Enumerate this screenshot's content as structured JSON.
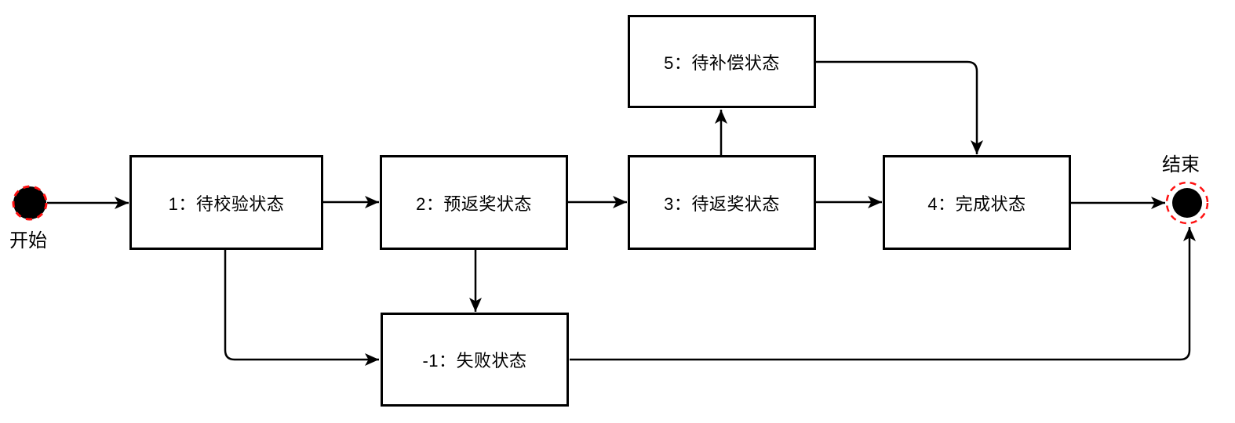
{
  "diagram": {
    "type": "state-flowchart",
    "colors": {
      "line": "#000000",
      "box_border": "#000000",
      "node_fill": "#000000",
      "accent_red": "#ff1111",
      "background": "#ffffff"
    },
    "start": {
      "label": "开始"
    },
    "end": {
      "label": "结束"
    },
    "states": [
      {
        "id": "1",
        "label": "1：待校验状态"
      },
      {
        "id": "2",
        "label": "2：预返奖状态"
      },
      {
        "id": "3",
        "label": "3：待返奖状态"
      },
      {
        "id": "4",
        "label": "4：完成状态"
      },
      {
        "id": "5",
        "label": "5：待补偿状态"
      },
      {
        "id": "-1",
        "label": "-1：失败状态"
      }
    ],
    "transitions": [
      {
        "from": "开始",
        "to": "1：待校验状态"
      },
      {
        "from": "1：待校验状态",
        "to": "2：预返奖状态"
      },
      {
        "from": "2：预返奖状态",
        "to": "3：待返奖状态"
      },
      {
        "from": "3：待返奖状态",
        "to": "4：完成状态"
      },
      {
        "from": "4：完成状态",
        "to": "结束"
      },
      {
        "from": "3：待返奖状态",
        "to": "5：待补偿状态"
      },
      {
        "from": "5：待补偿状态",
        "to": "4：完成状态"
      },
      {
        "from": "1：待校验状态",
        "to": "-1：失败状态"
      },
      {
        "from": "2：预返奖状态",
        "to": "-1：失败状态"
      },
      {
        "from": "-1：失败状态",
        "to": "结束"
      }
    ]
  }
}
